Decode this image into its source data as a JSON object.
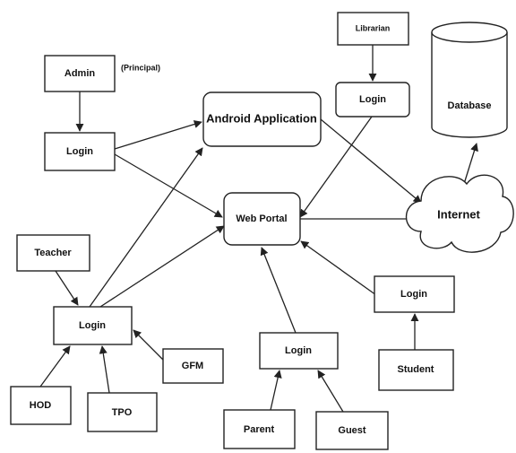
{
  "nodes": {
    "admin": "Admin",
    "principal": "(Principal)",
    "admin_login": "Login",
    "librarian": "Librarian",
    "librarian_login": "Login",
    "database": "Database",
    "android": "Android Application",
    "web_portal": "Web Portal",
    "internet": "Internet",
    "teacher": "Teacher",
    "teacher_login": "Login",
    "gfm": "GFM",
    "hod": "HOD",
    "tpo": "TPO",
    "parent_login": "Login",
    "parent": "Parent",
    "guest": "Guest",
    "student_login": "Login",
    "student": "Student"
  },
  "edges": [
    [
      "admin",
      "admin_login"
    ],
    [
      "admin_login",
      "android"
    ],
    [
      "admin_login",
      "web_portal"
    ],
    [
      "librarian",
      "librarian_login"
    ],
    [
      "librarian_login",
      "web_portal"
    ],
    [
      "android",
      "internet"
    ],
    [
      "web_portal",
      "internet"
    ],
    [
      "internet",
      "database"
    ],
    [
      "teacher",
      "teacher_login"
    ],
    [
      "gfm",
      "teacher_login"
    ],
    [
      "hod",
      "teacher_login"
    ],
    [
      "tpo",
      "teacher_login"
    ],
    [
      "teacher_login",
      "android"
    ],
    [
      "teacher_login",
      "web_portal"
    ],
    [
      "parent",
      "parent_login"
    ],
    [
      "guest",
      "parent_login"
    ],
    [
      "parent_login",
      "web_portal"
    ],
    [
      "student",
      "student_login"
    ],
    [
      "student_login",
      "web_portal"
    ]
  ]
}
